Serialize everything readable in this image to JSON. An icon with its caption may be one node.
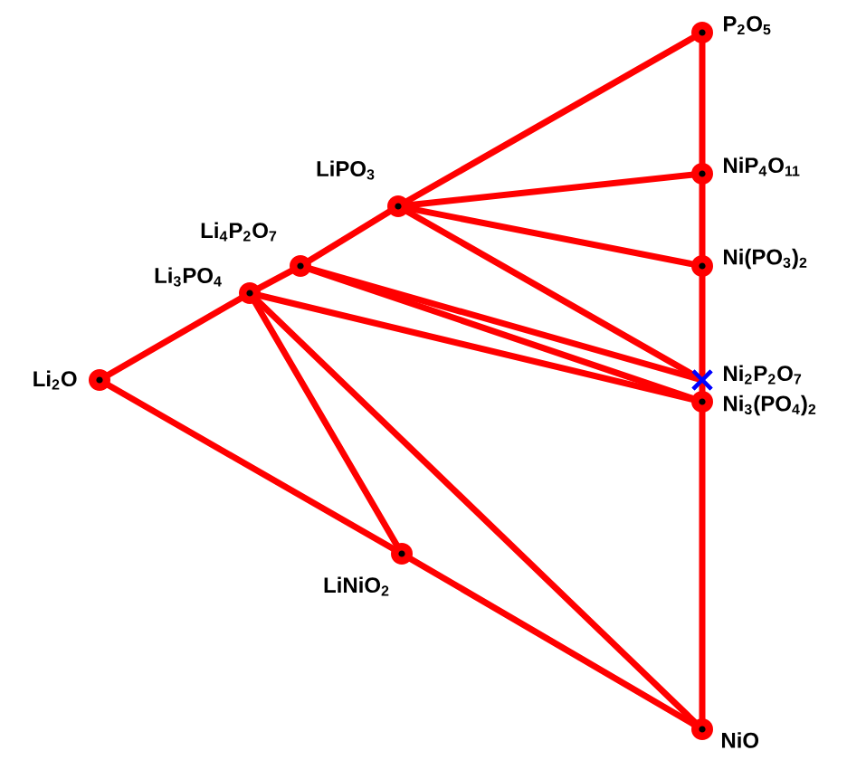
{
  "diagram": {
    "nodes": [
      {
        "text": [
          "P$_{2}$O$_{5}$"
        ]
      },
      {
        "text": [
          "NiP$_{4}$O$_{11}$"
        ]
      },
      {
        "text": [
          "Ni(PO$_{3}$)$_{2}$"
        ]
      },
      {
        "text": [
          "Ni$_{2}$P$_{2}$O$_{7}$"
        ]
      },
      {
        "text": [
          "Ni$_{3}$(PO$_{4}$)$_{2}$"
        ]
      },
      {
        "text": [
          "NiO"
        ]
      },
      {
        "text": [
          "LiPO$_{3}$"
        ]
      },
      {
        "text": [
          "Li$_{4}$P$_{2}$O$_{7}$"
        ]
      },
      {
        "text": [
          "Li$_{3}$PO$_{4}$"
        ]
      },
      {
        "text": [
          "Li$_{2}$O"
        ]
      },
      {
        "text": [
          "LiNiO$_{2}$"
        ]
      }
    ],
    "edges": [
      {
        "from": 9,
        "to": 8,
        "arrow": "none"
      },
      {
        "from": 8,
        "to": 7,
        "arrow": "none"
      },
      {
        "from": 7,
        "to": 6,
        "arrow": "none"
      },
      {
        "from": 6,
        "to": 0,
        "arrow": "none"
      },
      {
        "from": 0,
        "to": 1,
        "arrow": "none"
      },
      {
        "from": 1,
        "to": 2,
        "arrow": "none"
      },
      {
        "from": 2,
        "to": 3,
        "arrow": "none"
      },
      {
        "from": 3,
        "to": 4,
        "arrow": "none"
      },
      {
        "from": 4,
        "to": 5,
        "arrow": "none"
      },
      {
        "from": 9,
        "to": 10,
        "arrow": "none"
      },
      {
        "from": 10,
        "to": 5,
        "arrow": "none"
      },
      {
        "from": 6,
        "to": 1,
        "arrow": "none"
      },
      {
        "from": 6,
        "to": 2,
        "arrow": "none"
      },
      {
        "from": 6,
        "to": 3,
        "arrow": "none"
      },
      {
        "from": 7,
        "to": 3,
        "arrow": "none"
      },
      {
        "from": 7,
        "to": 4,
        "arrow": "none"
      },
      {
        "from": 8,
        "to": 4,
        "arrow": "none"
      },
      {
        "from": 8,
        "to": 5,
        "arrow": "none"
      },
      {
        "from": 8,
        "to": 10,
        "arrow": "none"
      }
    ]
  }
}
